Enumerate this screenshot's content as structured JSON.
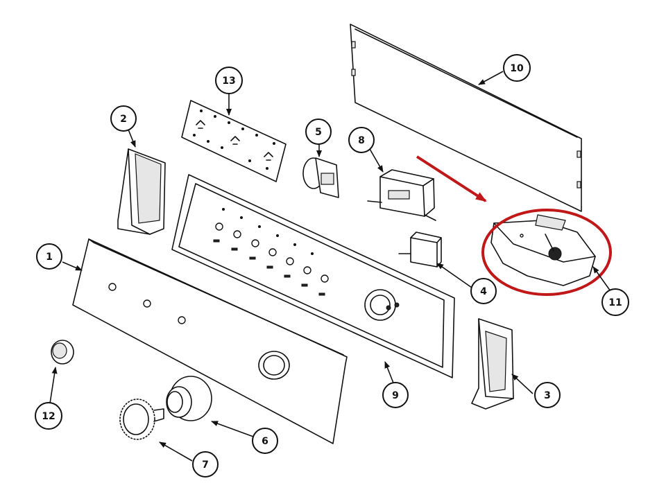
{
  "diagram": {
    "highlight_color": "#c01818",
    "callouts": [
      {
        "id": "1",
        "label": "1"
      },
      {
        "id": "2",
        "label": "2"
      },
      {
        "id": "3",
        "label": "3"
      },
      {
        "id": "4",
        "label": "4"
      },
      {
        "id": "5",
        "label": "5"
      },
      {
        "id": "6",
        "label": "6"
      },
      {
        "id": "7",
        "label": "7"
      },
      {
        "id": "8",
        "label": "8"
      },
      {
        "id": "9",
        "label": "9"
      },
      {
        "id": "10",
        "label": "10"
      },
      {
        "id": "11",
        "label": "11"
      },
      {
        "id": "12",
        "label": "12"
      },
      {
        "id": "13",
        "label": "13"
      }
    ]
  }
}
